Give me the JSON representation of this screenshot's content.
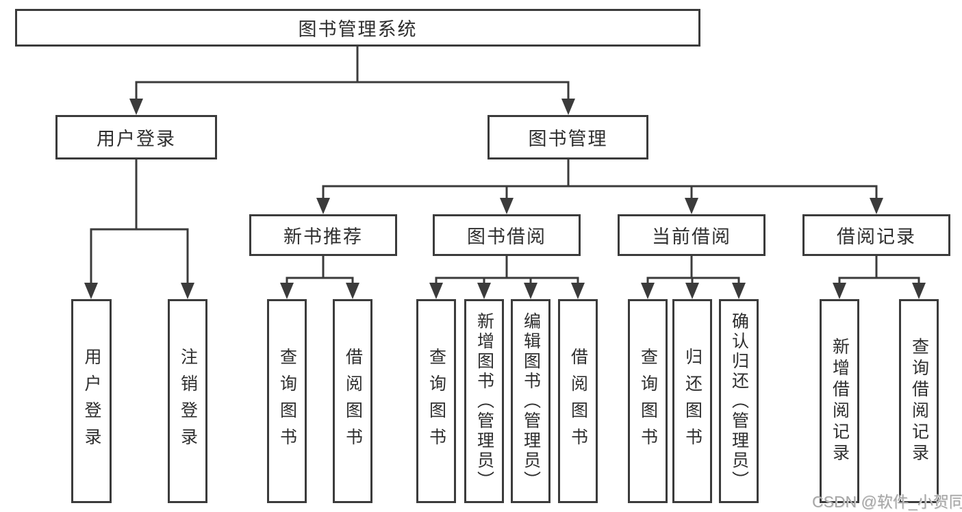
{
  "tree": {
    "root": {
      "label": "图书管理系统",
      "children": [
        {
          "label": "用户登录",
          "children": [
            {
              "label": "用户登录"
            },
            {
              "label": "注销登录"
            }
          ]
        },
        {
          "label": "图书管理",
          "children": [
            {
              "label": "新书推荐",
              "children": [
                {
                  "label": "查询图书"
                },
                {
                  "label": "借阅图书"
                }
              ]
            },
            {
              "label": "图书借阅",
              "children": [
                {
                  "label": "查询图书"
                },
                {
                  "label": "新增图书（管理员）"
                },
                {
                  "label": "编辑图书（管理员）"
                },
                {
                  "label": "借阅图书"
                }
              ]
            },
            {
              "label": "当前借阅",
              "children": [
                {
                  "label": "查询图书"
                },
                {
                  "label": "归还图书"
                },
                {
                  "label": "确认归还（管理员）"
                }
              ]
            },
            {
              "label": "借阅记录",
              "children": [
                {
                  "label": "新增借阅记录"
                },
                {
                  "label": "查询借阅记录"
                }
              ]
            }
          ]
        }
      ]
    }
  },
  "watermark": {
    "text": "CSDN @软件_小贺同学"
  },
  "colors": {
    "line": "#3b3b3b",
    "text": "#2e2e2e",
    "watermark": "#a6a6a6",
    "background": "#ffffff"
  }
}
